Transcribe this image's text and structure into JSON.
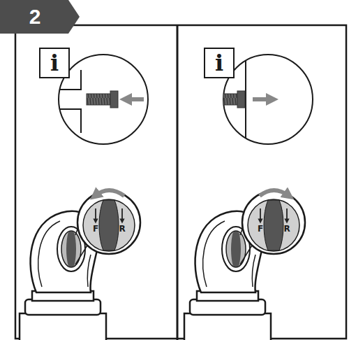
{
  "diagram": {
    "nodes": [
      {
        "text": [
          "2"
        ]
      },
      {
        "text": [
          "i"
        ]
      },
      {
        "text": [
          "i"
        ]
      }
    ],
    "labels": [
      "F",
      "R",
      "F",
      "R"
    ]
  }
}
